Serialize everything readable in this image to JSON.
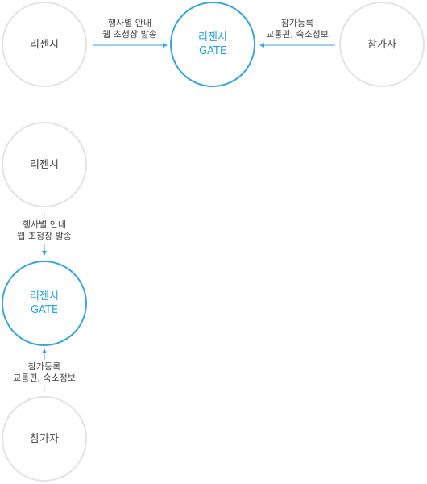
{
  "horizontal": {
    "left_node": "리젠시",
    "gate_node": {
      "line1": "리젠시",
      "line2": "GATE"
    },
    "right_node": "참가자",
    "left_edge_label": {
      "line1": "행사별 안내",
      "line2": "웹 초청장 발송"
    },
    "right_edge_label": {
      "line1": "참가등록",
      "line2": "교통편, 숙소정보"
    }
  },
  "vertical": {
    "top_node": "리젠시",
    "gate_node": {
      "line1": "리젠시",
      "line2": "GATE"
    },
    "bottom_node": "참가자",
    "top_edge_label": {
      "line1": "행사별 안내",
      "line2": "웹 초청장 발송"
    },
    "bottom_edge_label": {
      "line1": "참가등록",
      "line2": "교통편, 숙소정보"
    }
  },
  "colors": {
    "gate_border": "#3aa6d5",
    "gate_text": "#2a9fd6",
    "node_border": "#e3e3e3",
    "arrow": "#3aa6d5",
    "line": "#cccccc"
  }
}
